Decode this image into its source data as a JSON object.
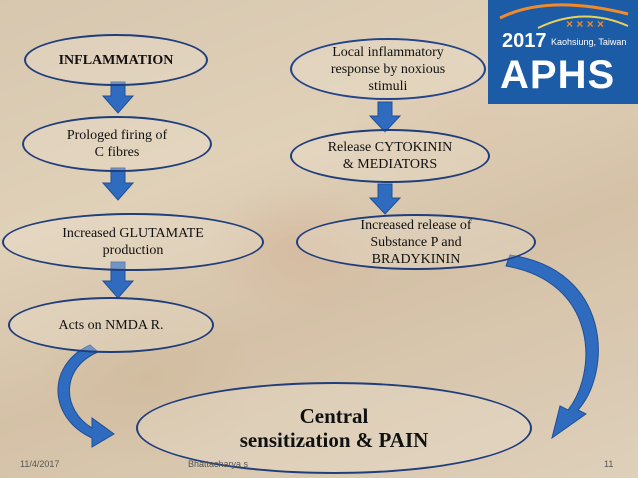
{
  "logo": {
    "year": "2017",
    "city": "Kaohsiung, Taiwan",
    "name": "APHS"
  },
  "left_chain": {
    "inflammation": "INFLAMMATION",
    "c_fibres": "Prologed firing of\nC fibres",
    "glutamate": "Increased GLUTAMATE\nproduction",
    "nmda": "Acts on NMDA R."
  },
  "right_chain": {
    "local_response": "Local inflammatory\nresponse by noxious\nstimuli",
    "cytokinin": "Release CYTOKININ\n& MEDIATORS",
    "substance_p": "Increased release  of\nSubstance P and\nBRADYKININ"
  },
  "result": "Central\nsensitization & PAIN",
  "footer": {
    "date": "11/4/2017",
    "author": "Bhattacharya s",
    "page": "11"
  },
  "colors": {
    "arrow": "#2f6cc0",
    "outline": "#1f3e7a",
    "logo_bg": "#1c5ba6"
  }
}
